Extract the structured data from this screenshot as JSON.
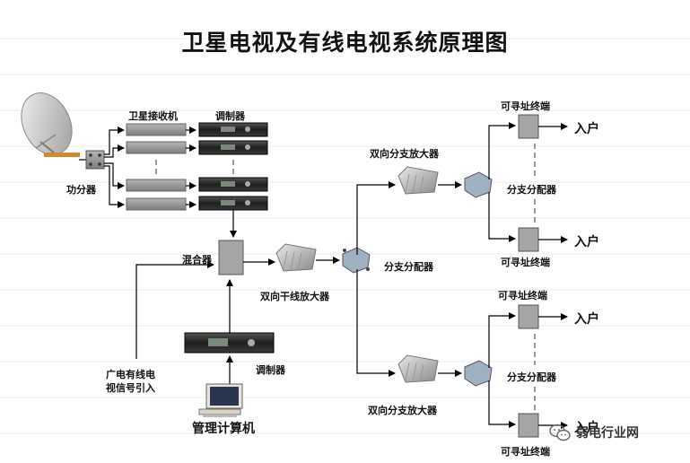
{
  "title": "卫星电视及有线电视系统原理图",
  "labels": {
    "sat_receiver": "卫星接收机",
    "modulator_top": "调制器",
    "power_splitter": "功分器",
    "mixer": "混合器",
    "trunk_amp": "双向干线放大器",
    "splitter_main": "分支分配器",
    "branch_amp_top": "双向分支放大器",
    "branch_amp_bottom": "双向分支放大器",
    "splitter_top": "分支分配器",
    "splitter_bottom": "分支分配器",
    "terminal_1": "可寻址终端",
    "terminal_2": "可寻址终端",
    "terminal_3": "可寻址终端",
    "terminal_4": "可寻址终端",
    "home_1": "入户",
    "home_2": "入户",
    "home_3": "入户",
    "home_4": "入户",
    "modulator_bottom": "调制器",
    "cable_signal_line1": "广电有线电",
    "cable_signal_line2": "视信号引入",
    "mgmt_computer": "管理计算机"
  },
  "watermark": "弱电行业网",
  "colors": {
    "line": "#000000",
    "device_gray": "#9a9a9a",
    "rack_dark": "#2c2c2c"
  }
}
